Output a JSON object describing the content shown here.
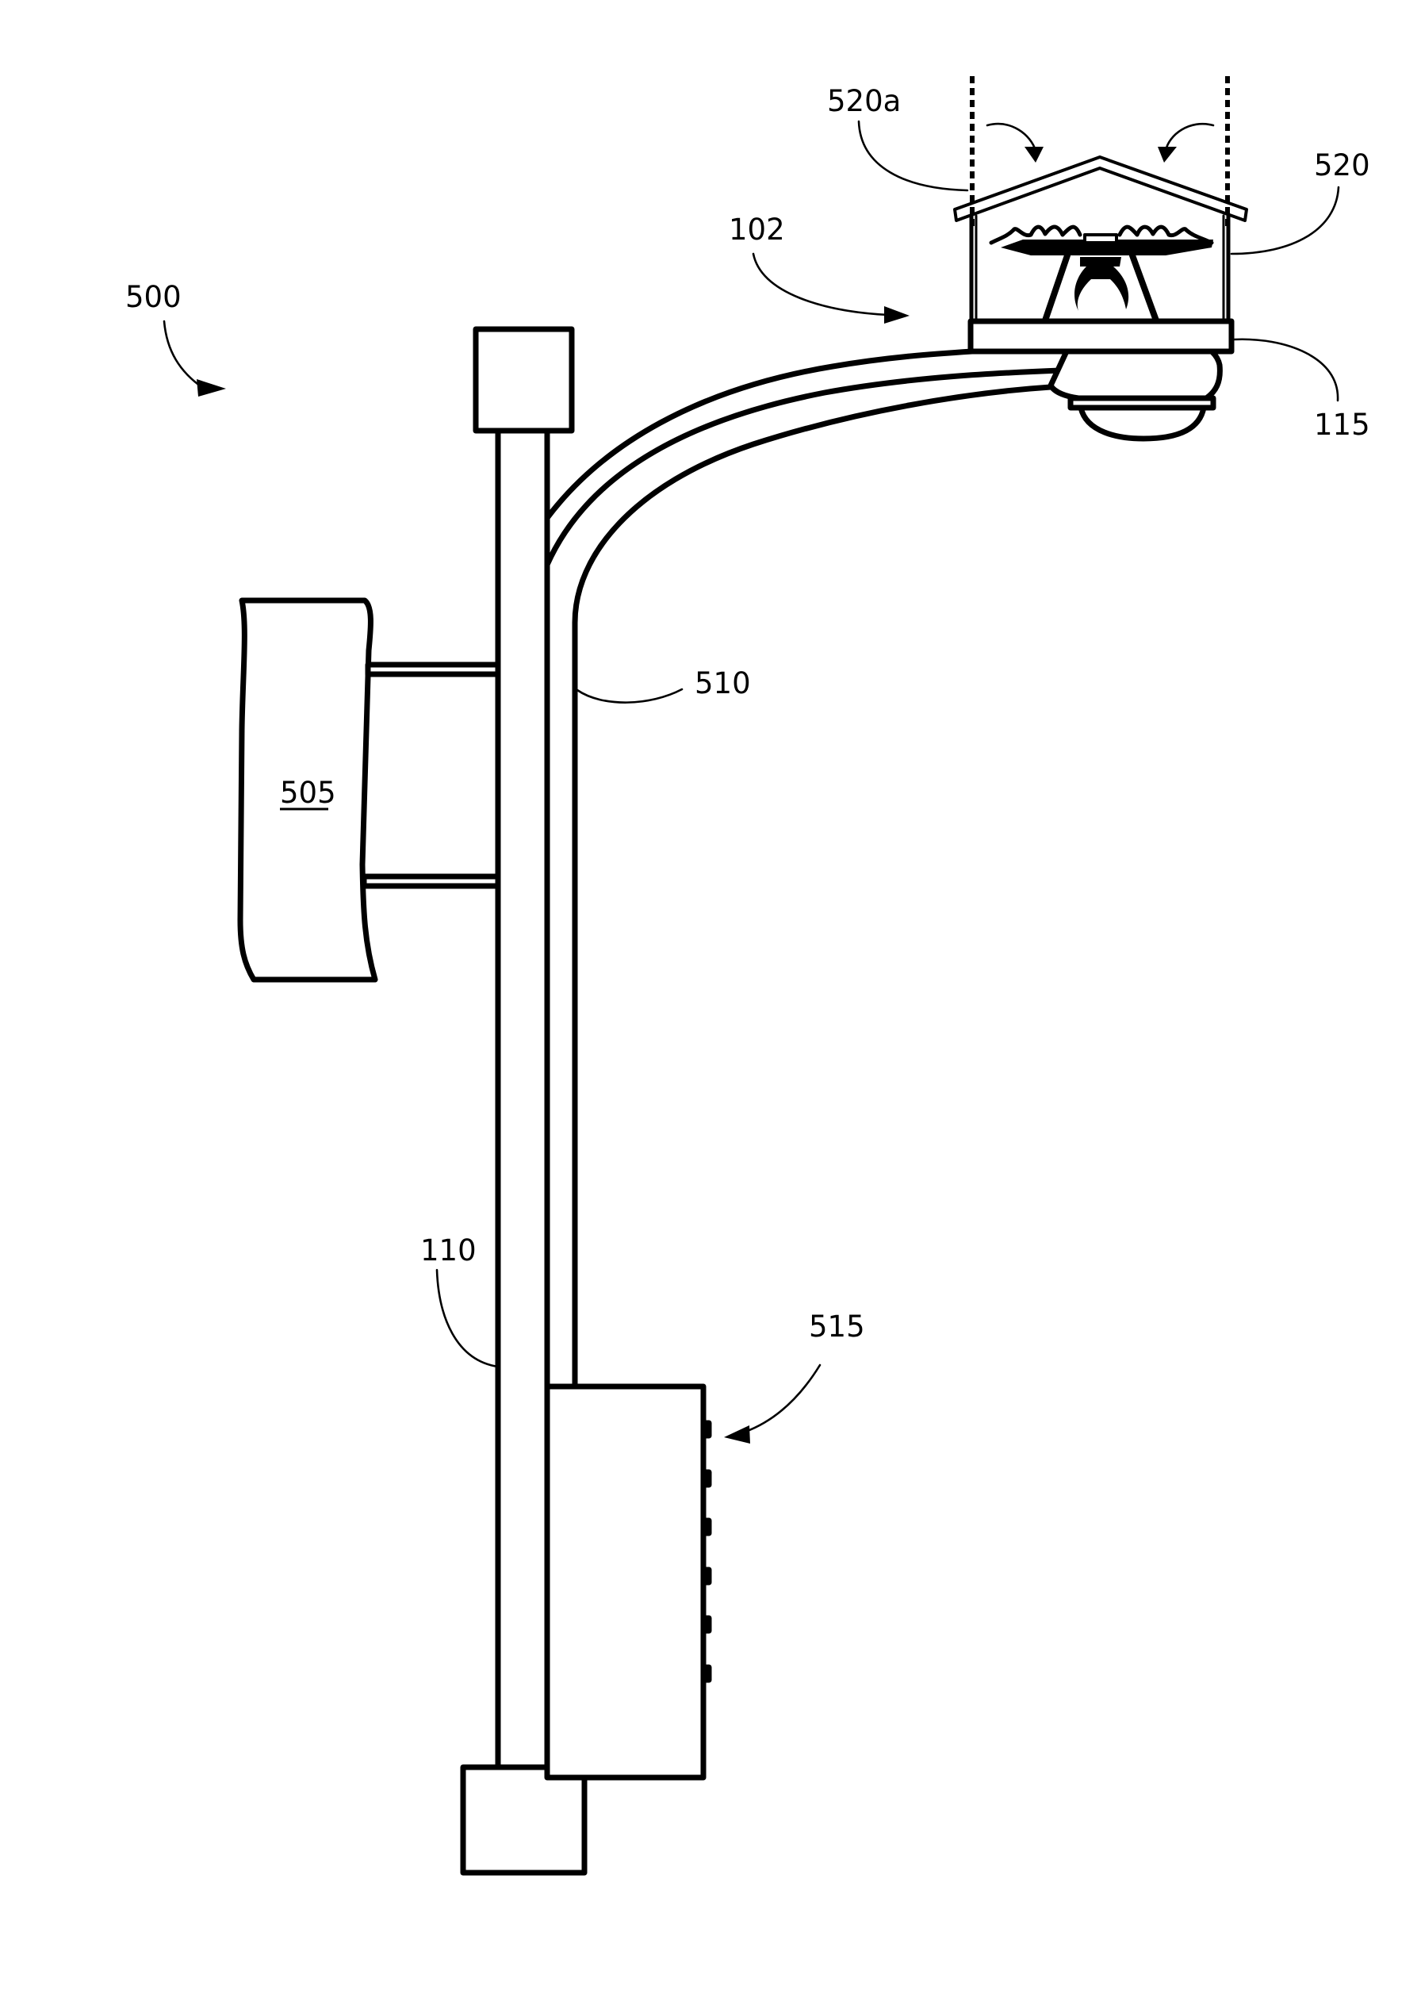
{
  "figure": {
    "type": "patent-drawing",
    "description": "Light pole with sign, conduit arm, lamp head, drone enclosure with retractable roof, and equipment cabinet",
    "labels": {
      "system": "500",
      "arm_assembly": "102",
      "drone_enclosure": "520",
      "roof_panel": "520a",
      "lamp_base": "115",
      "sign": "505",
      "conduit": "510",
      "pole": "110",
      "cabinet": "515"
    },
    "cabinet_knob_count": 6
  }
}
